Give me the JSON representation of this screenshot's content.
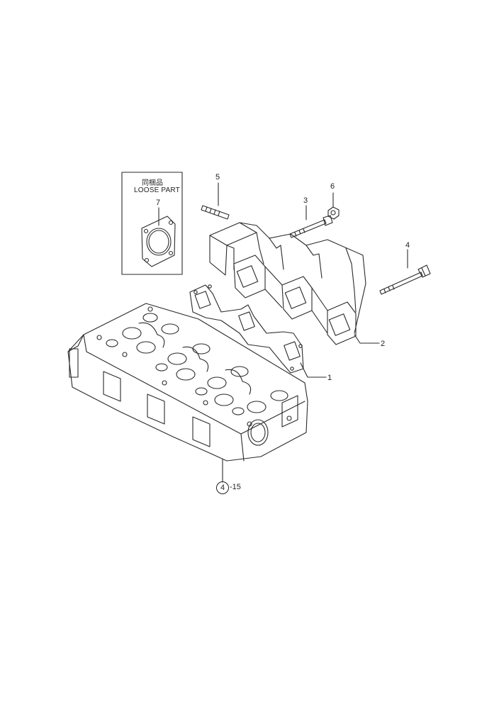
{
  "loose_part_box": {
    "title_jp": "同梱品",
    "title_en": "LOOSE PART"
  },
  "callouts": {
    "p1": "1",
    "p2": "2",
    "p3": "3",
    "p4": "4",
    "p5": "5",
    "p6": "6",
    "p7": "7"
  },
  "reference": {
    "circled": "4",
    "suffix": "-15"
  }
}
